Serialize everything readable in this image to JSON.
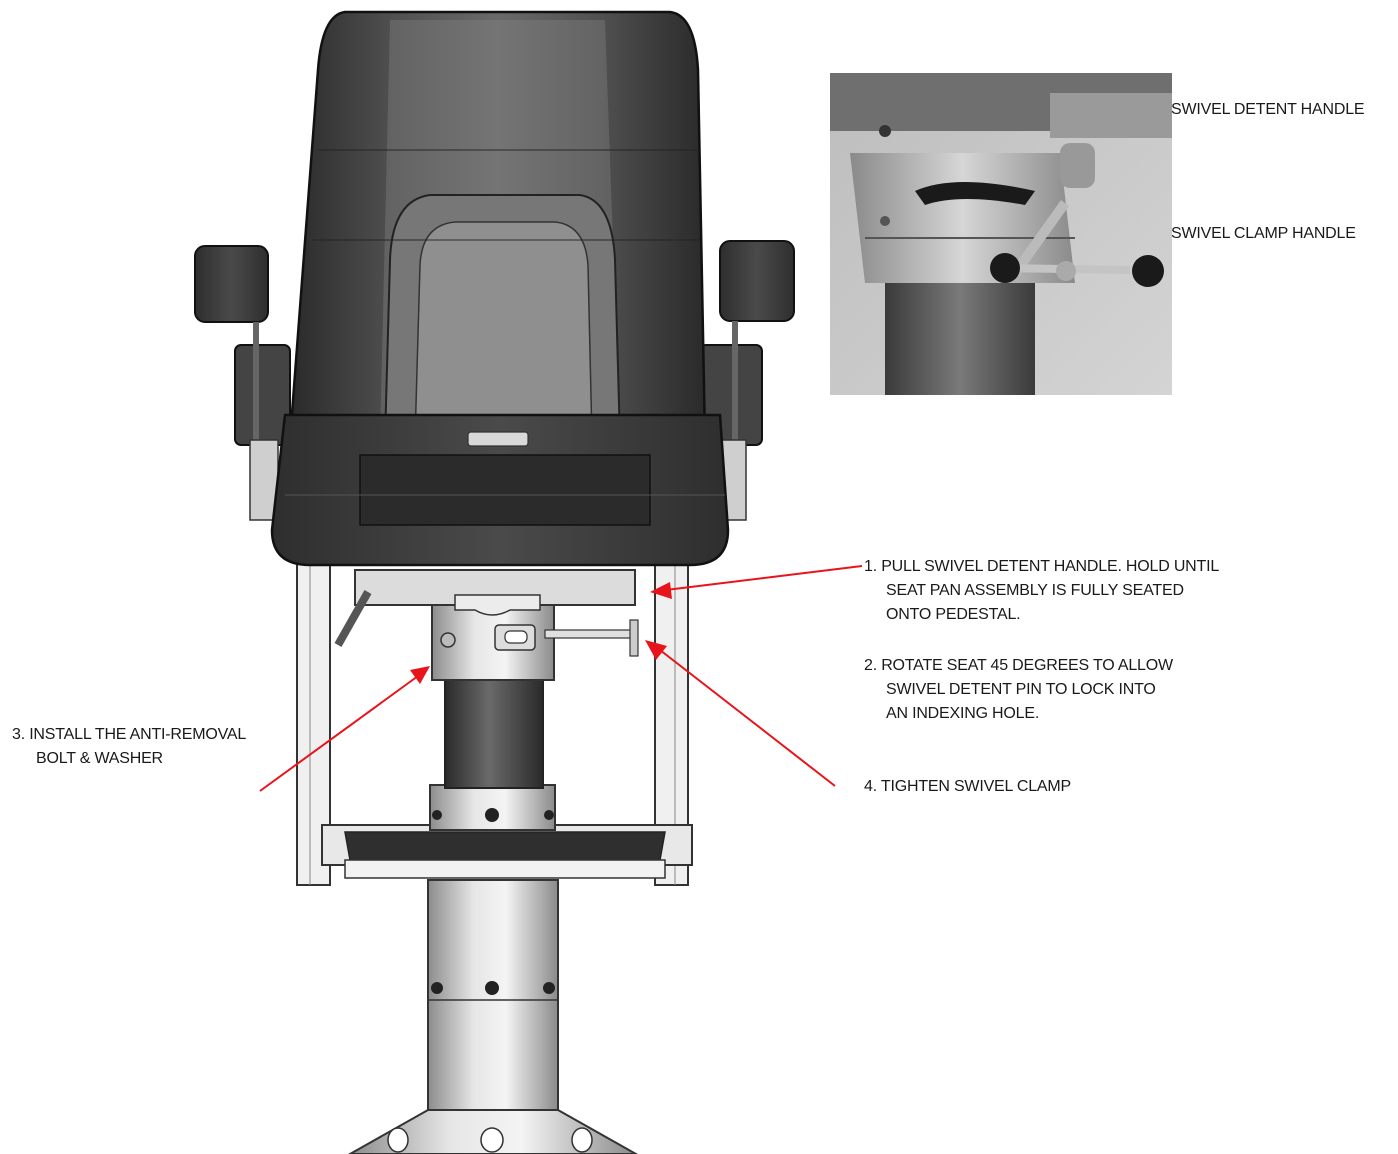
{
  "inset": {
    "detent_label": "SWIVEL DETENT HANDLE",
    "clamp_label": "SWIVEL CLAMP HANDLE"
  },
  "steps": {
    "step1": {
      "line1": "1.  PULL SWIVEL DETENT HANDLE.  HOLD UNTIL",
      "line2": "SEAT PAN ASSEMBLY IS FULLY SEATED",
      "line3": "ONTO PEDESTAL."
    },
    "step2": {
      "line1": "2.  ROTATE SEAT 45 DEGREES TO ALLOW",
      "line2": "SWIVEL DETENT PIN TO LOCK INTO",
      "line3": "AN INDEXING HOLE."
    },
    "step3": {
      "line1": "3.  INSTALL THE ANTI-REMOVAL",
      "line2": "BOLT & WASHER"
    },
    "step4": {
      "line1": "4.  TIGHTEN SWIVEL CLAMP"
    }
  },
  "colors": {
    "arrow": "#e8141b",
    "seat_dark": "#3b3b3b",
    "metal": "#c8c8c8",
    "text": "#1a1a1a"
  }
}
